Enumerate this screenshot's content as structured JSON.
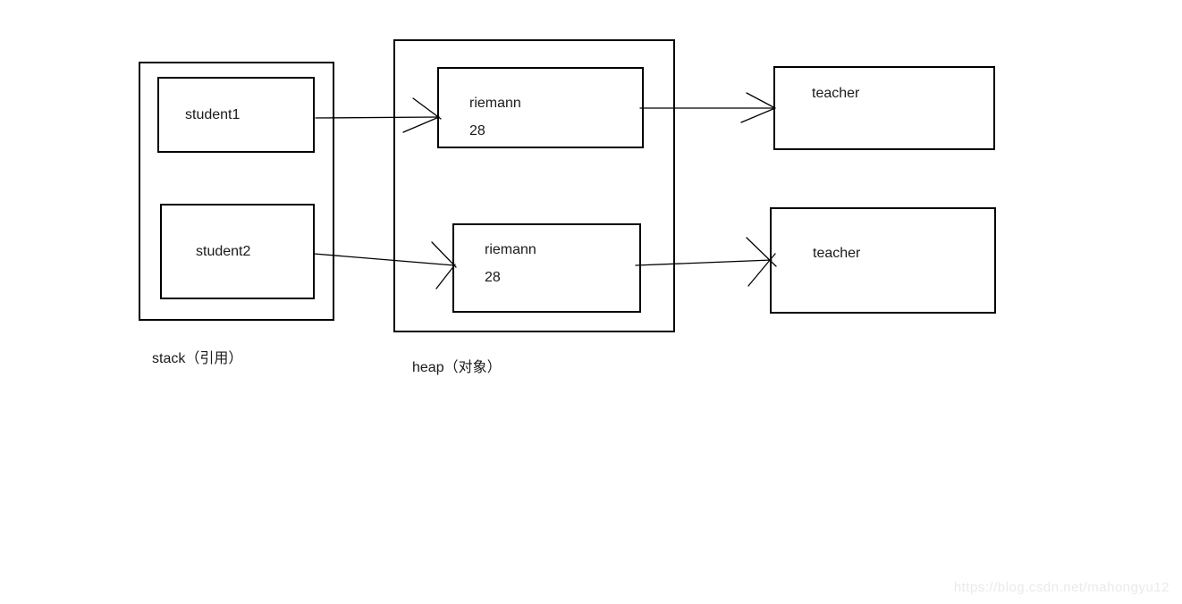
{
  "stack": {
    "label": "stack（引用）",
    "refs": [
      {
        "label": "student1"
      },
      {
        "label": "student2"
      }
    ]
  },
  "heap": {
    "label": "heap（对象）",
    "objects": [
      {
        "name": "riemann",
        "age": "28"
      },
      {
        "name": "riemann",
        "age": "28"
      }
    ]
  },
  "teachers": [
    {
      "label": "teacher"
    },
    {
      "label": "teacher"
    }
  ],
  "watermark": "https://blog.csdn.net/mahongyu12",
  "colors": {
    "line": "#000000",
    "background": "#ffffff",
    "watermark": "#eaeaea"
  }
}
